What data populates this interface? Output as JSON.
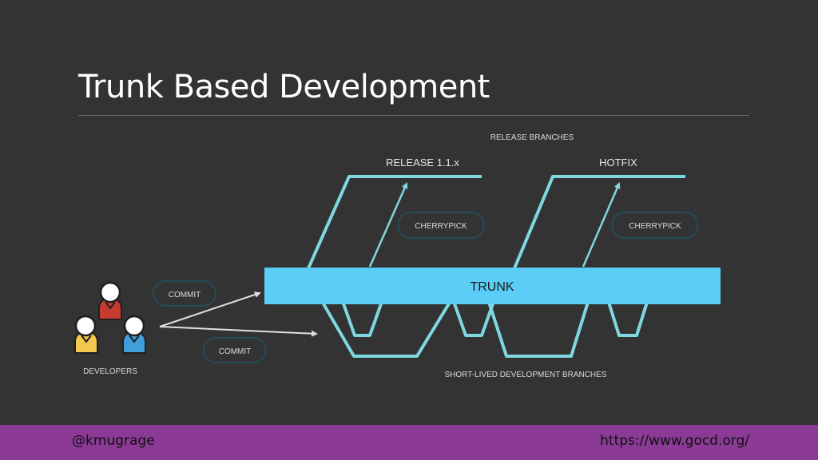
{
  "title": "Trunk Based Development",
  "labels": {
    "release_branches": "RELEASE BRANCHES",
    "release": "RELEASE 1.1.x",
    "hotfix": "HOTFIX",
    "cherrypick_1": "CHERRYPICK",
    "cherrypick_2": "CHERRYPICK",
    "trunk": "TRUNK",
    "commit_1": "COMMIT",
    "commit_2": "COMMIT",
    "developers": "DEVELOPERS",
    "short_lived": "SHORT-LIVED DEVELOPMENT BRANCHES"
  },
  "footer": {
    "handle": "@kmugrage",
    "url": "https://www.gocd.org/"
  },
  "colors": {
    "background": "#333333",
    "trunk": "#5bcdf7",
    "branch": "#7fd8e0",
    "footer": "#8b3a96",
    "dev_red": "#c73a2f",
    "dev_yellow": "#f2c94c",
    "dev_blue": "#3f9fd8"
  }
}
